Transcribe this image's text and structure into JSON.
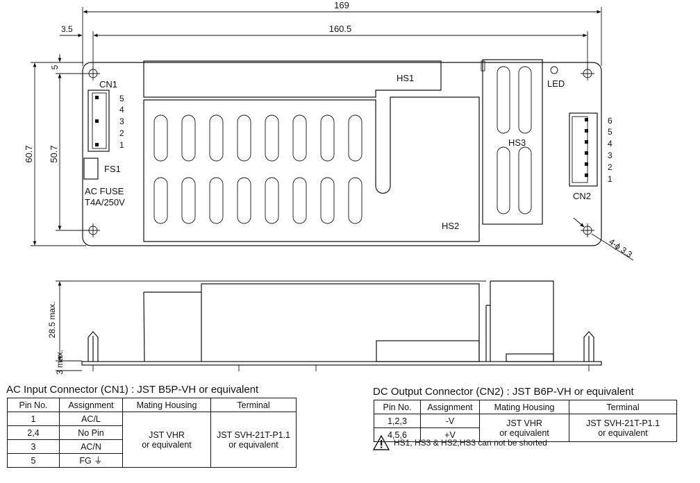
{
  "dimensions": {
    "overall_width": "169",
    "hole_spacing": "160.5",
    "hole_offset": "3.5",
    "top_offset": "5",
    "overall_height": "60.7",
    "hole_height": "50.7",
    "hole_dia": "4-ϕ 3.3",
    "max_height": "28.5 max.",
    "board_clearance": "3 max."
  },
  "labels": {
    "cn1": "CN1",
    "cn2": "CN2",
    "hs1": "HS1",
    "hs2": "HS2",
    "hs3": "HS3",
    "led": "LED",
    "fs1": "FS1",
    "fuse_line1": "AC FUSE",
    "fuse_line2": "T4A/250V",
    "cn1_pins": [
      "5",
      "4",
      "3",
      "2",
      "1"
    ],
    "cn2_pins": [
      "6",
      "5",
      "4",
      "3",
      "2",
      "1"
    ]
  },
  "ac_table": {
    "title": "AC Input Connector (CN1) : JST B5P-VH or equivalent",
    "headers": [
      "Pin No.",
      "Assignment",
      "Mating Housing",
      "Terminal"
    ],
    "rows": [
      {
        "pin": "1",
        "assignment": "AC/L"
      },
      {
        "pin": "2,4",
        "assignment": "No Pin"
      },
      {
        "pin": "3",
        "assignment": "AC/N"
      },
      {
        "pin": "5",
        "assignment": "FG ⏚"
      }
    ],
    "housing": "JST VHR\nor equivalent",
    "terminal": "JST SVH-21T-P1.1\nor equivalent"
  },
  "dc_table": {
    "title": "DC Output Connector (CN2) : JST B6P-VH or equivalent",
    "headers": [
      "Pin No.",
      "Assignment",
      "Mating Housing",
      "Terminal"
    ],
    "rows": [
      {
        "pin": "1,2,3",
        "assignment": "-V"
      },
      {
        "pin": "4,5,6",
        "assignment": "+V"
      }
    ],
    "housing": "JST VHR\nor equivalent",
    "terminal": "JST SVH-21T-P1.1\nor equivalent"
  },
  "note": "HS1, HS3 & HS2,HS3 can not be shorted"
}
